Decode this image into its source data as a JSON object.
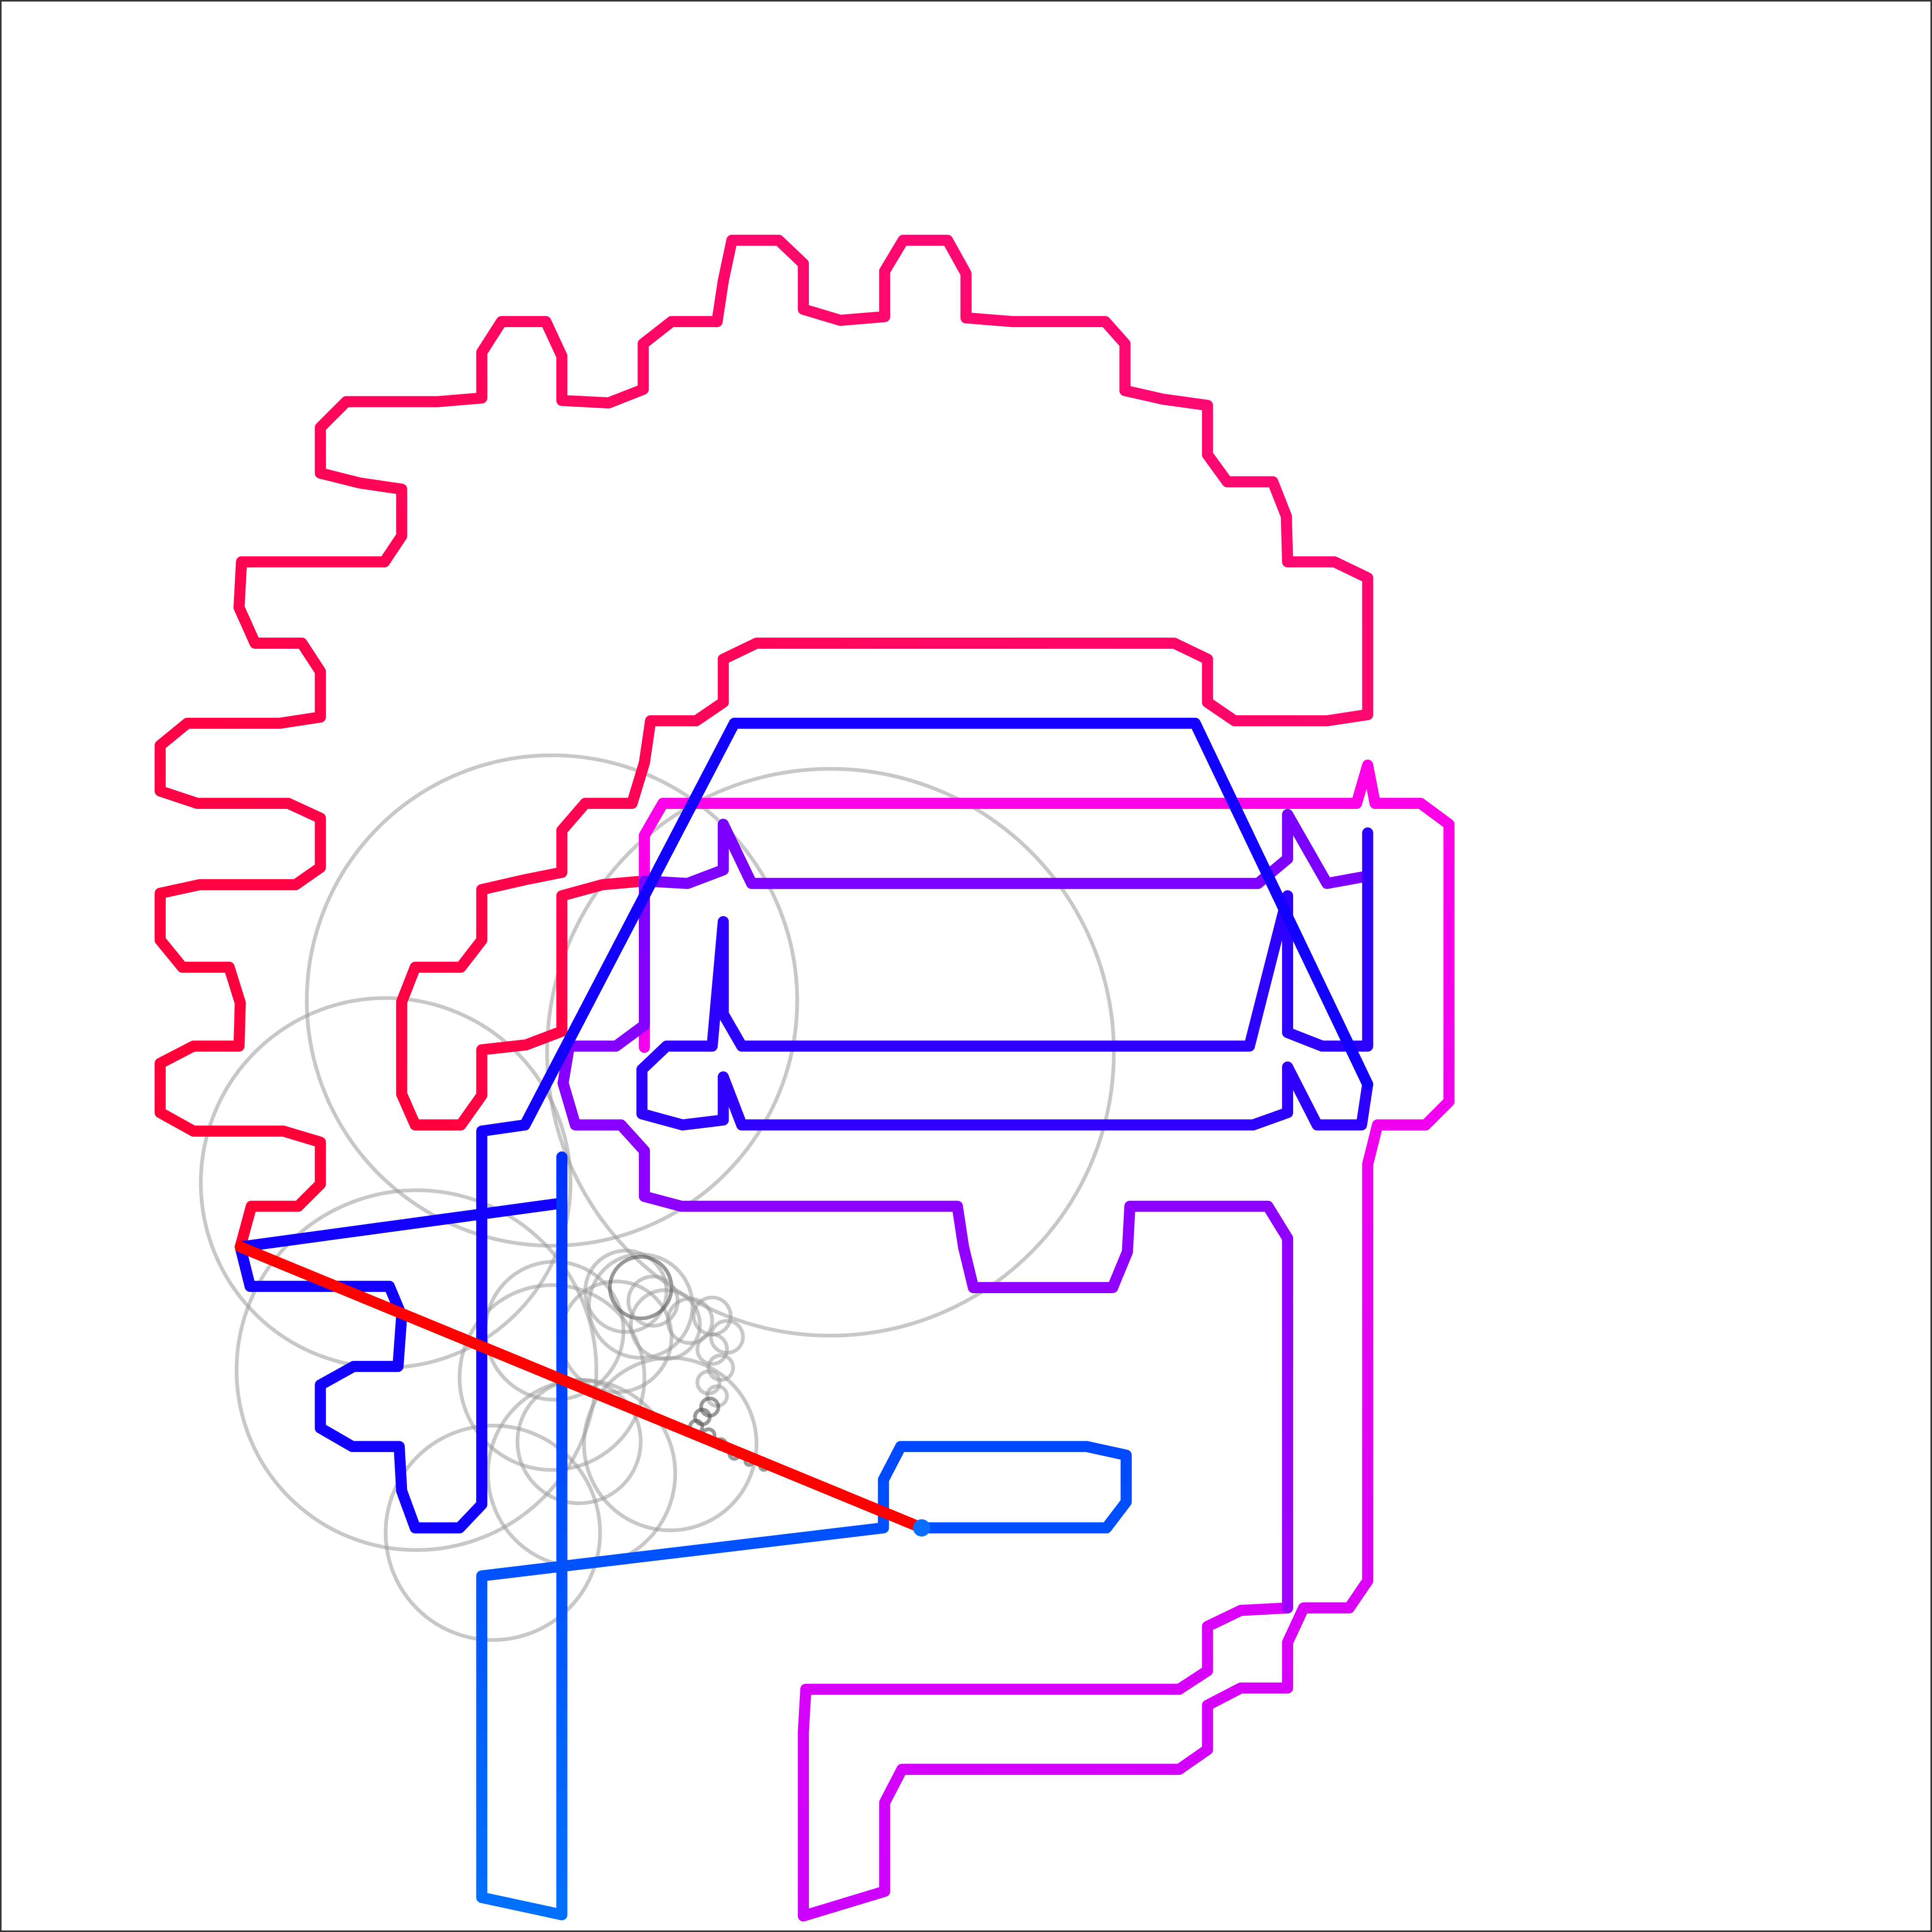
{
  "canvas": {
    "background": "#ffffff",
    "border_color": "#333333"
  },
  "strokes": [
    {
      "name": "gear-outline",
      "color": "#ff0840"
    },
    {
      "name": "head-outline",
      "color": "#ff14a0"
    },
    {
      "name": "face-outline",
      "color": "#e61ad9"
    },
    {
      "name": "body-outline",
      "color": "#a400ff"
    },
    {
      "name": "glasses-outline",
      "color": "#3000ff"
    },
    {
      "name": "trapezoid-outline",
      "color": "#1200ff"
    },
    {
      "name": "arm-outline",
      "color": "#0040ff"
    },
    {
      "name": "leg-outline",
      "color": "#006dff"
    },
    {
      "name": "pendulum-line",
      "color": "#ff0000"
    },
    {
      "name": "pendulum-bob",
      "color": "#0b6dff"
    }
  ],
  "epicycle_circles": {
    "color": "#9a9a9a",
    "dark_color": "#555555"
  }
}
